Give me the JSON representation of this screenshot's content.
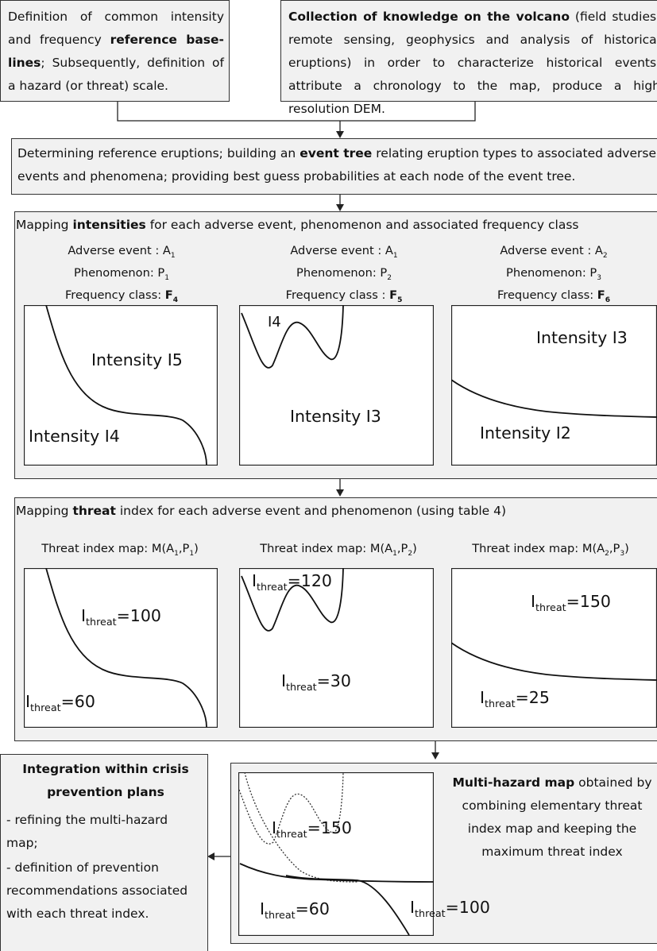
{
  "top_left": {
    "parts": [
      "Definition of common intensity and frequency ",
      "reference base-lines",
      "; Subsequently, definition of a hazard (or threat) scale."
    ]
  },
  "top_right": {
    "bold": "Collection of knowledge on the volcano",
    "rest": " (field studies, remote sensing, geophysics and analysis of historical eruptions) in order to characterize historical events, attribute a chronology to the map, produce a high resolution DEM."
  },
  "event_tree": {
    "pre": "Determining reference eruptions; building an ",
    "bold": "event tree",
    "post": " relating eruption types to associated adverse events and phenomena; providing best guess probabilities at each node of the event tree."
  },
  "intensities": {
    "pre": "Mapping ",
    "bold": "intensities",
    "post": " for each adverse event, phenomenon and associated frequency class",
    "maps": [
      {
        "adverse_label": "Adverse event : A",
        "adverse_sub": "1",
        "phen_label": "Phenomenon: P",
        "phen_sub": "1",
        "freq_label": "Frequency class: ",
        "freq_bold": "F",
        "freq_sub": "4",
        "labels": [
          {
            "text": "Intensity I5"
          },
          {
            "text": "Intensity I4"
          }
        ]
      },
      {
        "adverse_label": "Adverse event : A",
        "adverse_sub": "1",
        "phen_label": "Phenomenon: P",
        "phen_sub": "2",
        "freq_label": "Frequency class : ",
        "freq_bold": "F",
        "freq_sub": "5",
        "labels": [
          {
            "text": "I4"
          },
          {
            "text": "Intensity I3"
          }
        ]
      },
      {
        "adverse_label": "Adverse event : A",
        "adverse_sub": "2",
        "phen_label": "Phenomenon: P",
        "phen_sub": "3",
        "freq_label": "Frequency class: ",
        "freq_bold": "F",
        "freq_sub": "6",
        "labels": [
          {
            "text": "Intensity I3"
          },
          {
            "text": "Intensity I2"
          }
        ]
      }
    ]
  },
  "threat": {
    "pre": "Mapping ",
    "bold": "threat",
    "post": " index for each adverse event and phenomenon (using table 4)",
    "maps": [
      {
        "caption_pre": "Threat index map: M(A",
        "s1": "1",
        "mid": ",P",
        "s2": "1",
        "end": ")",
        "values": [
          "=100",
          "=60"
        ]
      },
      {
        "caption_pre": "Threat index map: M(A",
        "s1": "1",
        "mid": ",P",
        "s2": "2",
        "end": ")",
        "values": [
          "=120",
          "=30"
        ]
      },
      {
        "caption_pre": "Threat index map: M(A",
        "s1": "2",
        "mid": ",P",
        "s2": "3",
        "end": ")",
        "values": [
          "=150",
          "=25"
        ]
      }
    ],
    "I": "I",
    "sub": "threat"
  },
  "integration": {
    "title": "Integration within crisis prevention plans",
    "items": [
      "- refining the multi-hazard map;",
      "- definition of prevention recommendations associated with each threat index."
    ]
  },
  "multi_hazard": {
    "bold": "Multi-hazard map",
    "rest": " obtained by combining elementary threat index map and keeping the maximum threat index",
    "values": [
      "=150",
      "=60",
      "=100"
    ]
  }
}
